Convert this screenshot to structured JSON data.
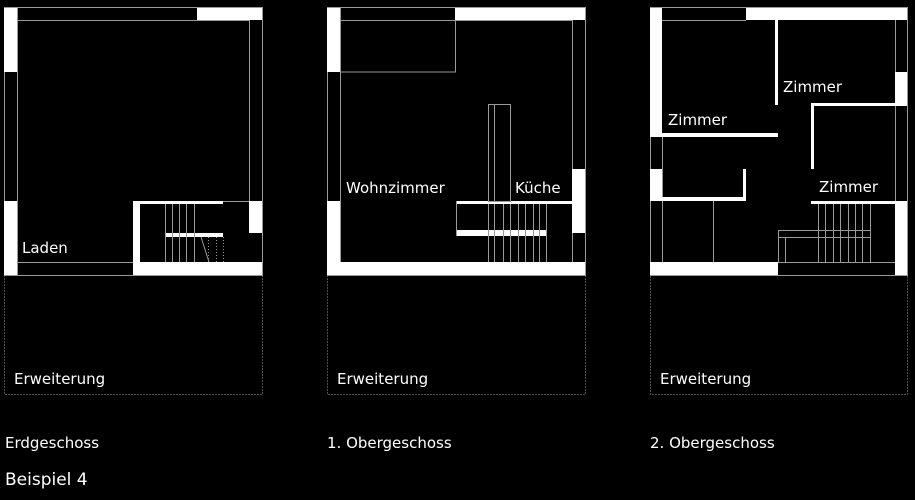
{
  "figure": {
    "title": "Beispiel 4",
    "colors": {
      "background": "#000000",
      "walls": "#ffffff",
      "lines": "#9a9a9a"
    },
    "plans": [
      {
        "caption": "Erdgeschoss",
        "rooms": [
          "Laden"
        ],
        "extension": "Erweiterung"
      },
      {
        "caption": "1. Obergeschoss",
        "rooms": [
          "Wohnzimmer",
          "Küche"
        ],
        "extension": "Erweiterung"
      },
      {
        "caption": "2. Obergeschoss",
        "rooms": [
          "Zimmer",
          "Zimmer",
          "Zimmer"
        ],
        "extension": "Erweiterung"
      }
    ]
  }
}
